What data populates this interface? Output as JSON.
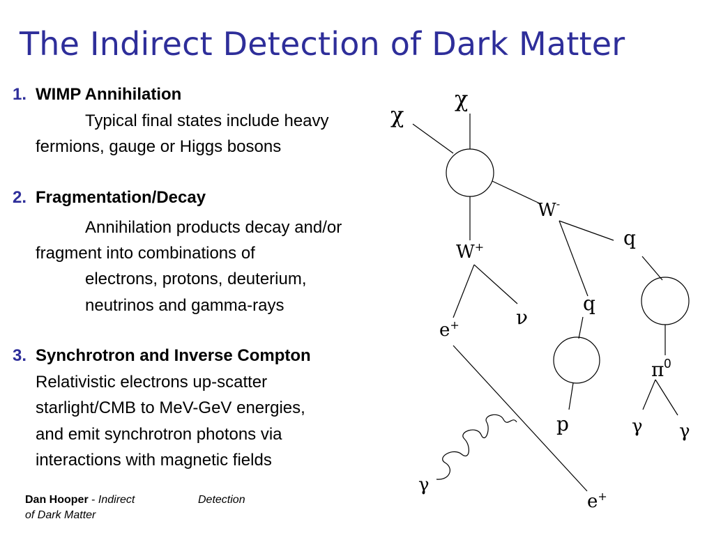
{
  "title": "The Indirect Detection of Dark Matter",
  "items": [
    {
      "number": "1.",
      "heading": "WIMP Annihilation",
      "lines": [
        "Typical final states include heavy",
        "fermions, gauge or Higgs bosons"
      ]
    },
    {
      "number": "2.",
      "heading": "Fragmentation/Decay",
      "lines": [
        "Annihilation products decay and/or",
        "fragment into combinations of",
        "electrons, protons, deuterium,",
        "neutrinos and gamma-rays"
      ]
    },
    {
      "number": "3.",
      "heading": "Synchrotron and Inverse Compton",
      "lines": [
        "Relativistic electrons up-scatter",
        "starlight/CMB to MeV-GeV energies,",
        "and emit synchrotron photons via",
        "interactions with magnetic fields"
      ]
    }
  ],
  "footer": {
    "author": "Dan Hooper",
    "separator": " - ",
    "subtitle_part1": "Indirect",
    "subtitle_part2": "Detection",
    "subtitle_part3": "of Dark Matter"
  },
  "diagram": {
    "chi_left": "χ",
    "chi_top": "χ",
    "w_minus": "W",
    "w_minus_sup": "-",
    "w_plus": "W",
    "w_plus_sup": "+",
    "q_right": "q",
    "q_mid": "q",
    "e_plus_top": "e",
    "e_plus_top_sup": "+",
    "nu": "ν",
    "pi": "π",
    "pi_sup": "0",
    "p": "p",
    "gamma_left": "γ",
    "gamma_right": "γ",
    "gamma_bottom": "γ",
    "e_plus_bottom": "e",
    "e_plus_bottom_sup": "+"
  }
}
